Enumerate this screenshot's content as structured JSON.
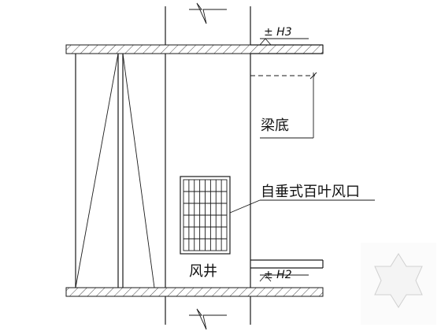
{
  "drawing": {
    "labels": {
      "elev_top": "± H3",
      "elev_bottom": "± H2",
      "beam_bottom": "梁底",
      "louver": "自垂式百叶风口",
      "shaft": "风井"
    }
  }
}
